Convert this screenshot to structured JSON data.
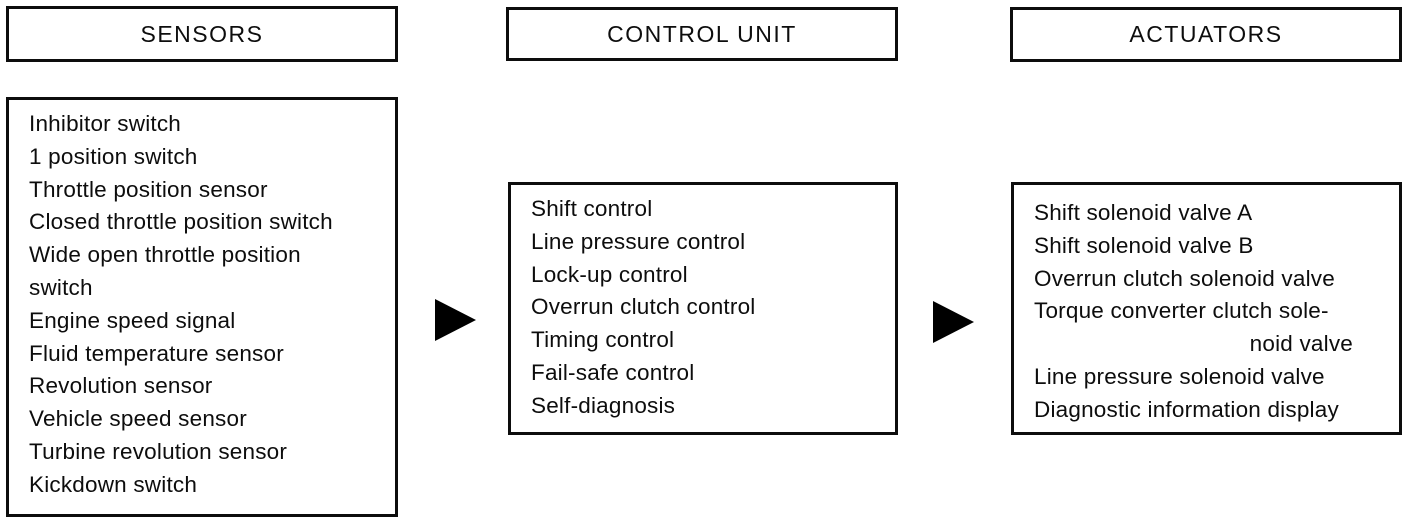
{
  "colors": {
    "background": "#ffffff",
    "ink": "#0d0d0d",
    "arrow": "#000000"
  },
  "diagram": {
    "sensors": {
      "header": "SENSORS",
      "lines": [
        {
          "text": "Inhibitor switch"
        },
        {
          "text": "1 position switch"
        },
        {
          "text": "Throttle position sensor"
        },
        {
          "text": "Closed throttle position switch"
        },
        {
          "text": "Wide open throttle position"
        },
        {
          "text": "switch"
        },
        {
          "text": "Engine speed signal"
        },
        {
          "text": "Fluid temperature sensor"
        },
        {
          "text": "Revolution sensor"
        },
        {
          "text": "Vehicle speed sensor"
        },
        {
          "text": "Turbine revolution sensor"
        },
        {
          "text": "Kickdown switch"
        }
      ]
    },
    "control_unit": {
      "header": "CONTROL UNIT",
      "lines": [
        {
          "text": "Shift control"
        },
        {
          "text": "Line pressure control"
        },
        {
          "text": "Lock-up control"
        },
        {
          "text": "Overrun clutch control"
        },
        {
          "text": "Timing control"
        },
        {
          "text": "Fail-safe control"
        },
        {
          "text": "Self-diagnosis"
        }
      ]
    },
    "actuators": {
      "header": "ACTUATORS",
      "lines": [
        {
          "text": "Shift solenoid valve A"
        },
        {
          "text": "Shift solenoid valve B"
        },
        {
          "text": "Overrun clutch solenoid valve"
        },
        {
          "text": "Torque converter clutch sole-"
        },
        {
          "text": "noid valve",
          "align": "right"
        },
        {
          "text": "Line pressure solenoid valve"
        },
        {
          "text": "Diagnostic information display"
        }
      ]
    },
    "arrows": [
      {
        "name": "sensors-to-control-unit"
      },
      {
        "name": "control-unit-to-actuators"
      }
    ]
  }
}
